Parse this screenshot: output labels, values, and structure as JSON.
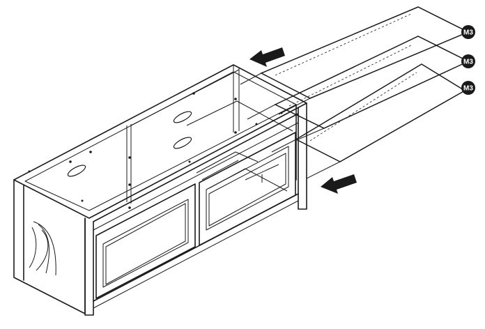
{
  "diagram": {
    "part_labels": [
      "M3",
      "M3",
      "M3"
    ]
  }
}
